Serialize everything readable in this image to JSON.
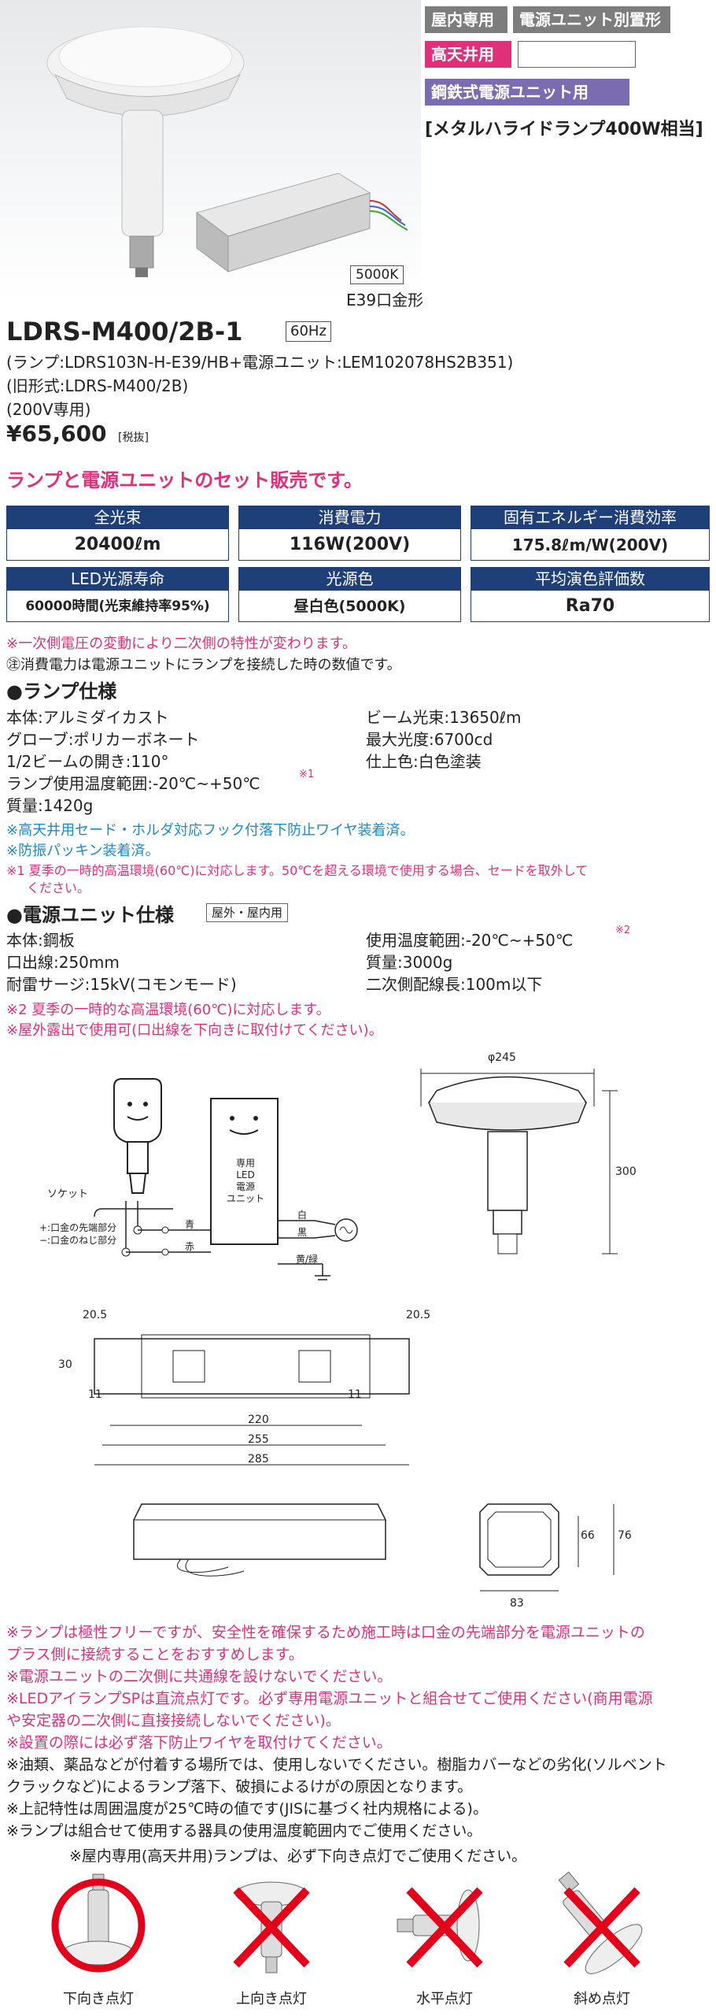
{
  "tags": {
    "indoor": "屋内専用",
    "separate": "電源ユニット別置形",
    "high_ceiling": "高天井用",
    "steel": "鋼鉄式電源ユニット用",
    "equivalent": "[メタルハライドランプ400W相当]"
  },
  "photo": {
    "color_temp_badge": "5000K",
    "base": "E39口金形"
  },
  "product": {
    "model": "LDRS-M400/2B-1",
    "freq": "60Hz",
    "comp_line": "(ランプ:LDRS103N-H-E39/HB+電源ユニット:LEM102078HS2B351)",
    "old_line": "(旧形式:LDRS-M400/2B)",
    "volt_line": "(200V専用)",
    "price": "¥65,600",
    "tax": "[税抜]",
    "set_note": "ランプと電源ユニットのセット販売です。"
  },
  "specs": [
    {
      "label": "全光束",
      "value": "20400ℓm"
    },
    {
      "label": "消費電力",
      "value": "116W(200V)"
    },
    {
      "label": "固有エネルギー消費効率",
      "value": "175.8ℓm/W(200V)"
    },
    {
      "label": "LED光源寿命",
      "value": "60000時間(光束維持率95%)"
    },
    {
      "label": "光源色",
      "value": "昼白色(5000K)"
    },
    {
      "label": "平均演色評価数",
      "value": "Ra70"
    }
  ],
  "notes_top": [
    "※一次側電圧の変動により二次側の特性が変わります。",
    "㊟消費電力は電源ユニットにランプを接続した時の数値です。"
  ],
  "lamp_spec": {
    "heading": "●ランプ仕様",
    "left": [
      "本体:アルミダイカスト",
      "グローブ:ポリカーボネート",
      "1/2ビームの開き:110°",
      "ランプ使用温度範囲:-20℃~+50℃",
      "質量:1420g"
    ],
    "sup1": "※1",
    "right": [
      "ビーム光束:13650ℓm",
      "最大光度:6700cd",
      "仕上色:白色塗装"
    ],
    "notes": [
      "※高天井用セード・ホルダ対応フック付落下防止ワイヤ装着済。",
      "※防振パッキン装着済。",
      "※1 夏季の一時的高温環境(60℃)に対応します。50℃を超える環境で使用する場合、セードを取外して",
      "ください。"
    ]
  },
  "psu_spec": {
    "heading": "●電源ユニット仕様",
    "badge": "屋外・屋内用",
    "left": [
      "本体:鋼板",
      "口出線:250mm",
      "耐雷サージ:15kV(コモンモード)"
    ],
    "right": [
      "使用温度範囲:-20℃~+50℃",
      "質量:3000g",
      "二次側配線長:100m以下"
    ],
    "sup2": "※2",
    "notes": [
      "※2 夏季の一時的な高温環境(60℃)に対応します。",
      "※屋外露出で使用可(口出線を下向きに取付けてください)。"
    ]
  },
  "wiring": {
    "socket": "ソケット",
    "plus": "+:口金の先端部分",
    "minus": "−:口金のねじ部分",
    "unit_label": [
      "専用",
      "LED",
      "電源",
      "ユニット"
    ],
    "blue": "青",
    "red": "赤",
    "white": "白",
    "black": "黒",
    "yg": "黄/緑"
  },
  "dims": {
    "dia": "φ245",
    "h300": "300",
    "d205a": "20.5",
    "d205b": "20.5",
    "d30": "30",
    "d11a": "11",
    "d11b": "11",
    "d220": "220",
    "d255": "255",
    "d285": "285",
    "d66": "66",
    "d76": "76",
    "d83": "83"
  },
  "bottom_notes": [
    "※ランプは極性フリーですが、安全性を確保するため施工時は口金の先端部分を電源ユニットの",
    "  プラス側に接続することをおすすめします。",
    "※電源ユニットの二次側に共通線を設けないでください。",
    "※LEDアイランプSPは直流点灯です。必ず専用電源ユニットと組合せてご使用ください(商用電源",
    "  や安定器の二次側に直接接続しないでください)。",
    "※設置の際には必ず落下防止ワイヤを取付けてください。"
  ],
  "black_notes": [
    "※油類、薬品などが付着する場所では、使用しないでください。樹脂カバーなどの劣化(ソルベント",
    "  クラックなど)によるランプ落下、破損によるけがの原因となります。",
    "※上記特性は周囲温度が25℃時の値です(JISに基づく社内規格による)。",
    "※ランプは組合せて使用する器具の使用温度範囲内でご使用ください。"
  ],
  "orient_note": "※屋内専用(高天井用)ランプは、必ず下向き点灯でご使用ください。",
  "orientations": [
    "下向き点灯",
    "上向き点灯",
    "水平点灯",
    "斜め点灯"
  ],
  "colors": {
    "navy": "#1f3f78",
    "pink": "#e0307a",
    "blue": "#1a8ac8",
    "cross": "#e3001b"
  }
}
